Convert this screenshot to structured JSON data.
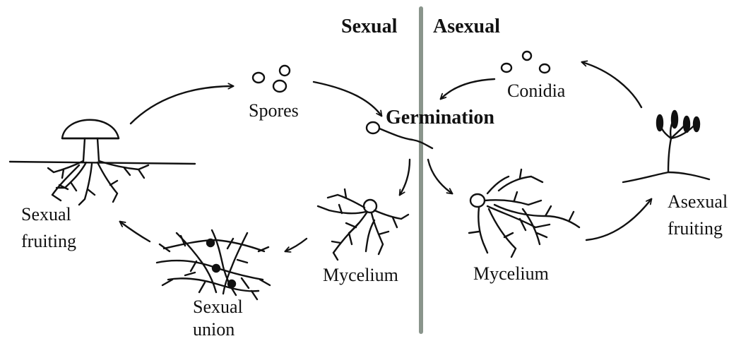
{
  "sections": {
    "left": "Sexual",
    "right": "Asexual"
  },
  "labels": {
    "spores": "Spores",
    "germination": "Germination",
    "conidia": "Conidia",
    "sexual_fruiting_1": "Sexual",
    "sexual_fruiting_2": "fruiting",
    "sexual_union_1": "Sexual",
    "sexual_union_2": "union",
    "mycelium_left": "Mycelium",
    "mycelium_right": "Mycelium",
    "asexual_fruiting_1": "Asexual",
    "asexual_fruiting_2": "fruiting"
  },
  "colors": {
    "ink": "#111111",
    "divider": "#8a958c",
    "background": "#ffffff"
  }
}
